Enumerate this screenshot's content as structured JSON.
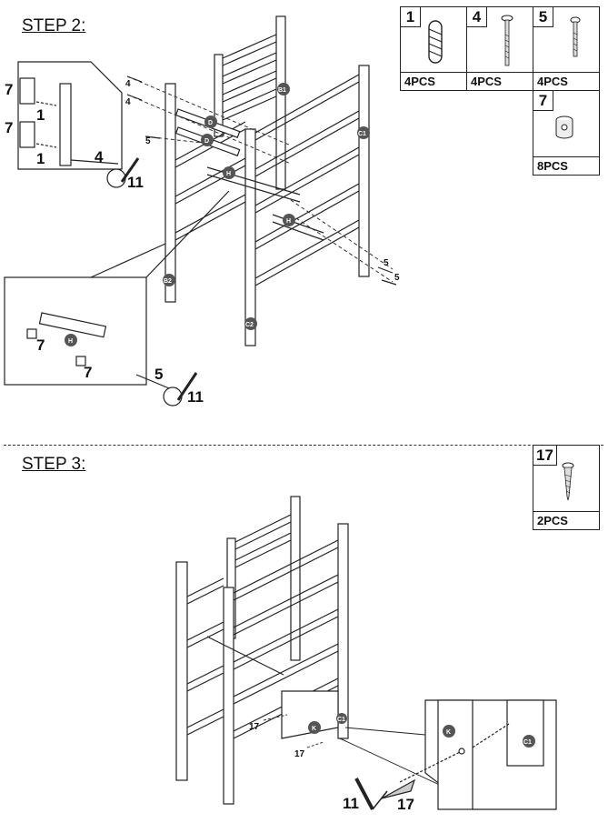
{
  "step2": {
    "title": "STEP 2:",
    "parts": [
      {
        "num": "1",
        "qty": "4PCS",
        "icon": "dowel-icon"
      },
      {
        "num": "4",
        "qty": "4PCS",
        "icon": "long-bolt-icon"
      },
      {
        "num": "5",
        "qty": "4PCS",
        "icon": "short-bolt-icon"
      },
      {
        "num": "7",
        "qty": "8PCS",
        "icon": "barrel-nut-icon"
      }
    ],
    "callouts": {
      "nut": "7",
      "dowel": "1",
      "bolt_long": "4",
      "bolt_short": "5",
      "wrench": "11"
    },
    "tags": {
      "b1": "B1",
      "b2": "B2",
      "c1": "C1",
      "c2": "C2",
      "d": "D",
      "h": "H"
    }
  },
  "step3": {
    "title": "STEP 3:",
    "parts": [
      {
        "num": "17",
        "qty": "2PCS",
        "icon": "wood-screw-icon"
      }
    ],
    "callouts": {
      "screw": "17",
      "wrench": "11"
    },
    "tags": {
      "k": "K",
      "c1": "C1"
    }
  },
  "colors": {
    "line": "#222222",
    "tag_fill": "#555555",
    "background": "#ffffff"
  }
}
